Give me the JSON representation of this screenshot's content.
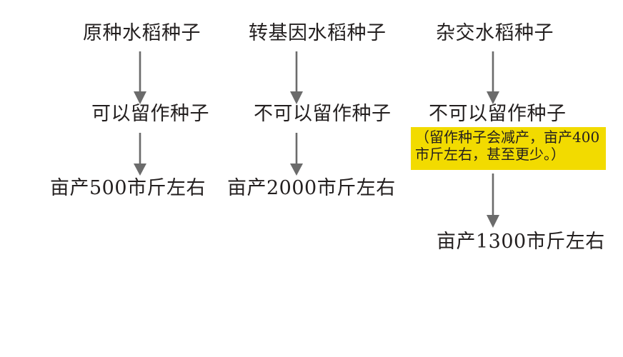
{
  "diagram": {
    "title_text": "",
    "background_color": "#ffffff",
    "text_color": "#231f1f",
    "arrow_color": "#6b6b6b",
    "highlight_color": "#f2db00",
    "columns": [
      {
        "id": "native-rice-seed",
        "header": "原种水稻种子",
        "middle": "可以留作种子",
        "bottom": "亩产500市斤左右",
        "note": null
      },
      {
        "id": "transgenic-rice-seed",
        "header": "转基因水稻种子",
        "middle": "不可以留作种子",
        "bottom": "亩产2000市斤左右",
        "note": null
      },
      {
        "id": "hybrid-rice-seed",
        "header": "杂交水稻种子",
        "middle": "不可以留作种子",
        "bottom": "亩产1300市斤左右",
        "note": "（留作种子会减产，亩产400\n市斤左右，甚至更少。）"
      }
    ],
    "arrows": [
      {
        "id": "arrow-col1-top",
        "label": "down-arrow"
      },
      {
        "id": "arrow-col1-bottom",
        "label": "down-arrow"
      },
      {
        "id": "arrow-col2-top",
        "label": "down-arrow"
      },
      {
        "id": "arrow-col2-bottom",
        "label": "down-arrow"
      },
      {
        "id": "arrow-col3-top",
        "label": "down-arrow"
      },
      {
        "id": "arrow-col3-bottom",
        "label": "down-arrow"
      }
    ]
  }
}
